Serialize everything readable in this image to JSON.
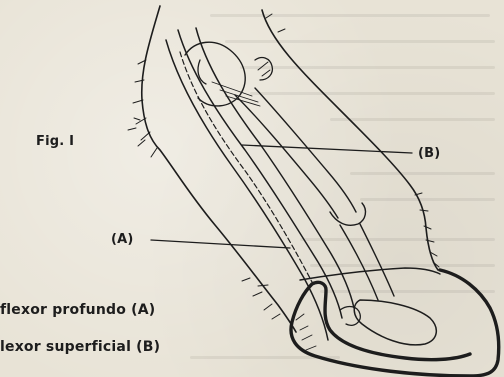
{
  "figure": {
    "fig_label": "Fig. I",
    "label_a": "(A)",
    "label_b": "(B)",
    "caption_1": "flexor profundo (A)",
    "caption_2": "lexor superficial (B)"
  },
  "colors": {
    "paper": "#e8e3d6",
    "ink": "#1d1d1d"
  }
}
